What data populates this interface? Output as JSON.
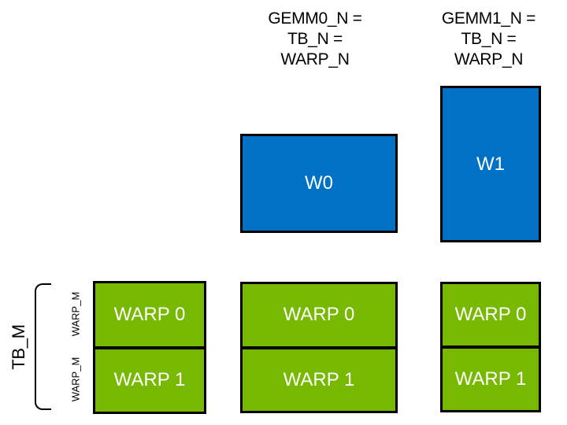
{
  "colors": {
    "background": "#FFFFFF",
    "blue_fill": "#0071C5",
    "green_fill": "#76B900",
    "stroke": "#000000",
    "label_text": "#000000",
    "box_text": "#FFFFFF"
  },
  "top_labels": [
    {
      "lines": [
        "GEMM0_N =",
        "TB_N =",
        "WARP_N"
      ]
    },
    {
      "lines": [
        "GEMM1_N =",
        "TB_N =",
        "WARP_N"
      ]
    }
  ],
  "warp_tiles": [
    {
      "label": "W0"
    },
    {
      "label": "W1"
    }
  ],
  "warp_groups": [
    {
      "rows": [
        {
          "label": "WARP 0"
        },
        {
          "label": "WARP 1"
        }
      ]
    },
    {
      "rows": [
        {
          "label": "WARP 0"
        },
        {
          "label": "WARP 1"
        }
      ]
    },
    {
      "rows": [
        {
          "label": "WARP 0"
        },
        {
          "label": "WARP 1"
        }
      ]
    }
  ],
  "left_annotations": {
    "tb_label": "TB_M",
    "warp_row_labels": [
      "WARP_M",
      "WARP_M"
    ]
  }
}
